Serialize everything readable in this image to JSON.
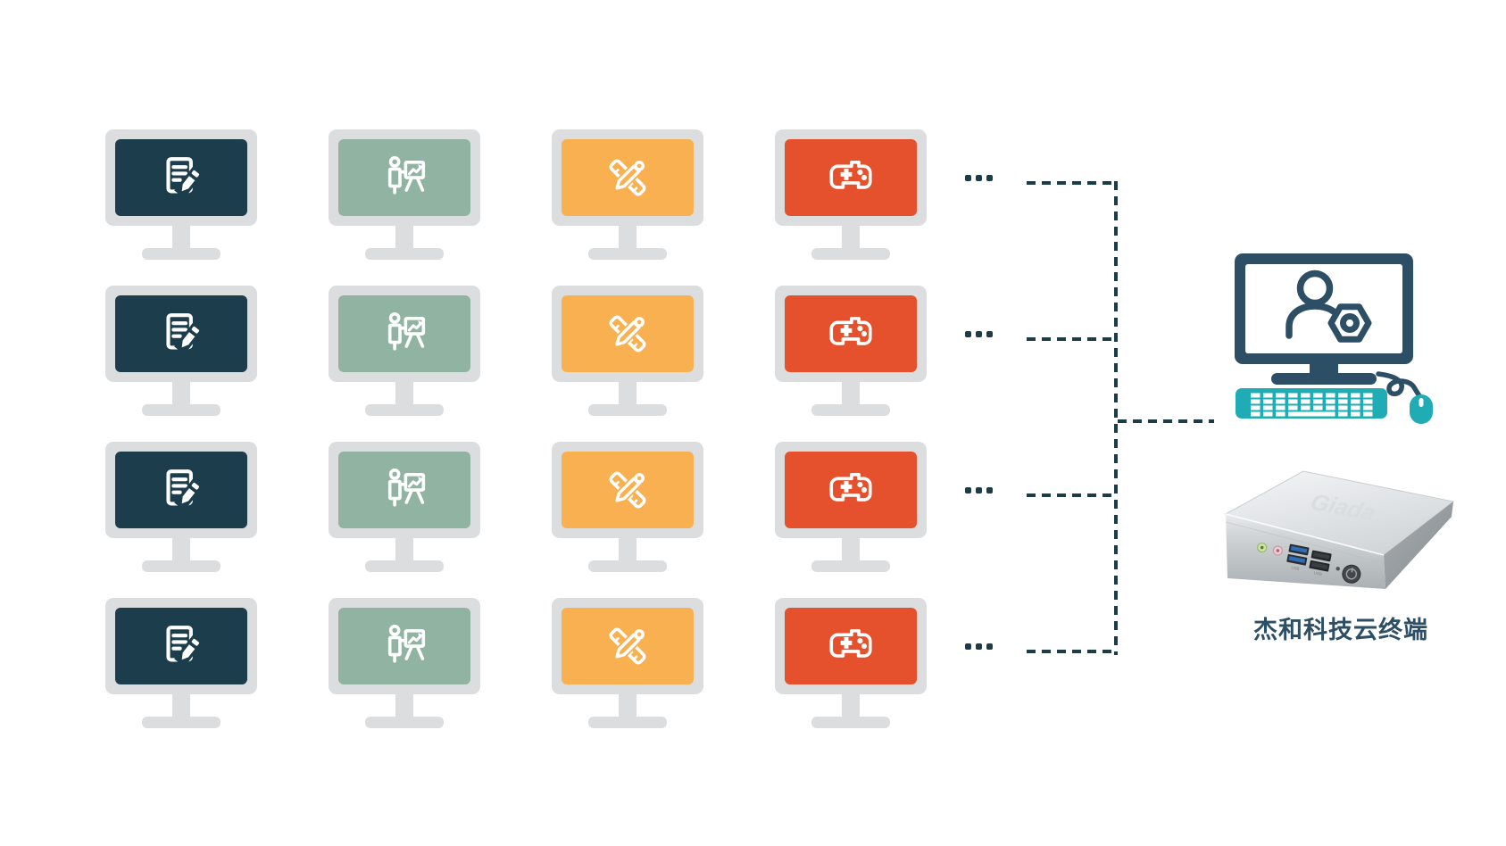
{
  "workstation_grid": {
    "rows": 4,
    "ellipsis": "...",
    "monitor_frame_color": "#dbdddf",
    "columns": [
      {
        "icon": "document-edit-icon",
        "screen_color": "#1c3d4b"
      },
      {
        "icon": "presentation-whiteboard-icon",
        "screen_color": "#90b4a1"
      },
      {
        "icon": "ruler-pencil-icon",
        "screen_color": "#f9b050"
      },
      {
        "icon": "gamepad-icon",
        "screen_color": "#e6512d"
      }
    ]
  },
  "connections": {
    "style": "dashed",
    "color": "#1d3c49"
  },
  "terminal": {
    "admin_workstation": {
      "monitor_icon": "user-gear-icon",
      "monitor_color": "#2d4f66",
      "keyboard_color": "#20acb4",
      "mouse_color": "#20acb4"
    },
    "device": {
      "type": "mini-pc",
      "logo_text": "Giada",
      "port_labels": [
        "USB",
        "USB"
      ]
    },
    "label": "杰和科技云终端",
    "label_color": "#2d4f66"
  }
}
